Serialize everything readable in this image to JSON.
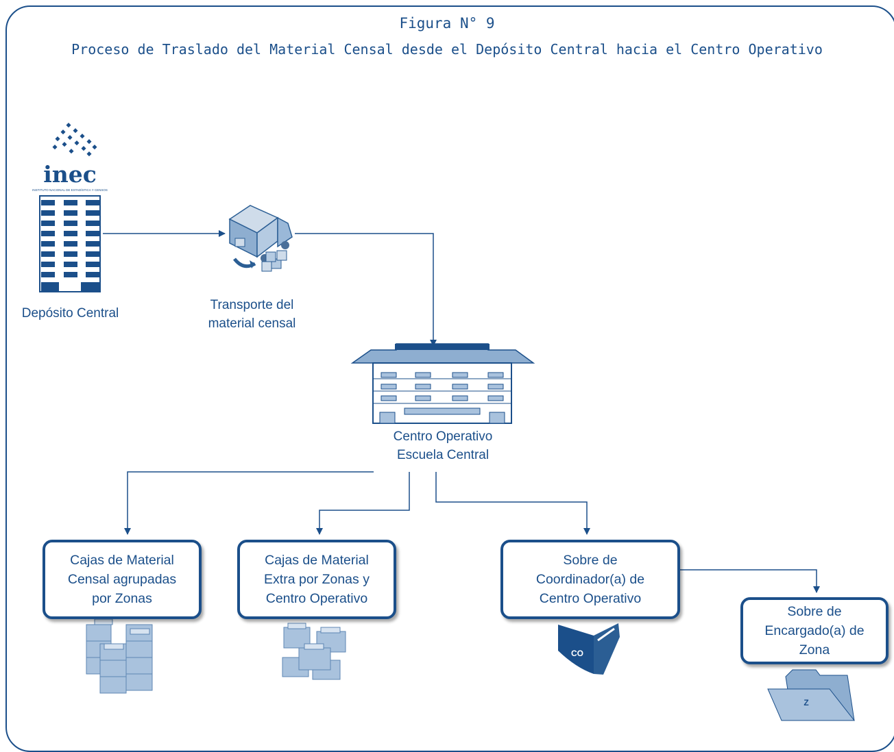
{
  "figure": {
    "number": "Figura N° 9",
    "title": "Proceso de Traslado del Material Censal desde el Depósito Central hacia el Centro Operativo"
  },
  "logo": {
    "text": "inec",
    "subtitle": "INSTITUTO NACIONAL DE ESTADÍSTICA Y CENSOS"
  },
  "nodes": {
    "deposito": {
      "label": "Depósito Central"
    },
    "transporte": {
      "line1": "Transporte del",
      "line2": "material censal"
    },
    "centro": {
      "line1": "Centro Operativo",
      "line2": "Escuela Central"
    },
    "cajas_zonas": {
      "line1": "Cajas de Material",
      "line2": "Censal agrupadas",
      "line3": "por Zonas"
    },
    "cajas_extra": {
      "line1": "Cajas de Material",
      "line2": "Extra por Zonas y",
      "line3": "Centro Operativo"
    },
    "sobre_coord": {
      "line1": "Sobre de",
      "line2": "Coordinador(a) de",
      "line3": "Centro Operativo"
    },
    "sobre_enc": {
      "line1": "Sobre de",
      "line2": "Encargado(a) de",
      "line3": "Zona"
    }
  },
  "icons": {
    "envelope_co": "CO",
    "folder_z": "Z"
  },
  "colors": {
    "primary": "#1b4f8a",
    "box_fill": "#a9c2dd",
    "light": "#cfdcea"
  }
}
